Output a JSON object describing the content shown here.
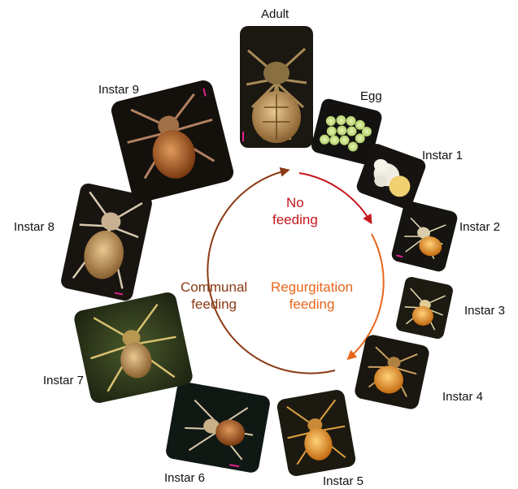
{
  "stages": {
    "adult": "Adult",
    "egg": "Egg",
    "instar1": "Instar 1",
    "instar2": "Instar 2",
    "instar3": "Instar 3",
    "instar4": "Instar 4",
    "instar5": "Instar  5",
    "instar6": "Instar 6",
    "instar7": "Instar 7",
    "instar8": "Instar 8",
    "instar9": "Instar 9"
  },
  "phases": {
    "no_feeding": {
      "line1": "No",
      "line2": "feeding"
    },
    "regurgitation_feeding": {
      "line1": "Regurgitation",
      "line2": "feeding"
    },
    "communal_feeding": {
      "line1": "Communal",
      "line2": "feeding"
    }
  },
  "colors": {
    "no_feeding": "#c4161c",
    "regurgitation_feeding": "#e8661c",
    "communal_feeding": "#8a3a14",
    "photo_background": "#161410",
    "scale_bar": "#e0208c"
  },
  "photos": [
    {
      "stage": "adult",
      "subject": "brown-spider",
      "icon": "spider-photo"
    },
    {
      "stage": "egg",
      "subject": "cluster-of-green-eggs",
      "icon": "egg-cluster-photo"
    },
    {
      "stage": "instar1",
      "subject": "white-spiderlings-on-egg",
      "icon": "spiderling-photo"
    },
    {
      "stage": "instar2",
      "subject": "pale-spiderling",
      "icon": "spider-photo"
    },
    {
      "stage": "instar3",
      "subject": "yellow-spiderling",
      "icon": "spider-photo"
    },
    {
      "stage": "instar4",
      "subject": "orange-spiderling",
      "icon": "spider-photo"
    },
    {
      "stage": "instar5",
      "subject": "golden-spider",
      "icon": "spider-photo"
    },
    {
      "stage": "instar6",
      "subject": "tan-spider",
      "icon": "spider-photo"
    },
    {
      "stage": "instar7",
      "subject": "yellow-brown-spider",
      "icon": "spider-photo"
    },
    {
      "stage": "instar8",
      "subject": "hairy-brown-spider",
      "icon": "spider-photo"
    },
    {
      "stage": "instar9",
      "subject": "reddish-brown-spider",
      "icon": "spider-photo"
    }
  ]
}
